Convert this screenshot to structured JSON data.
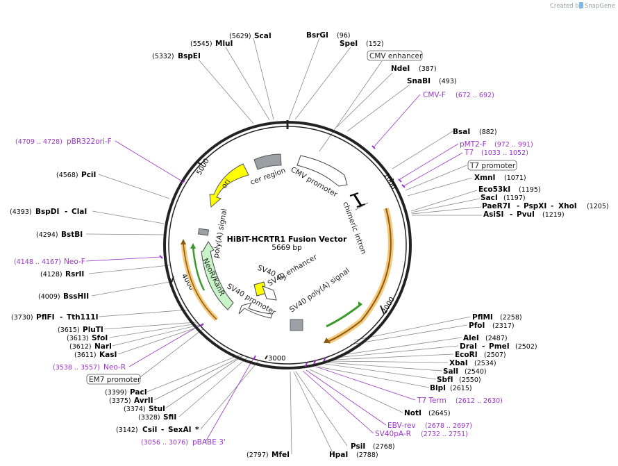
{
  "credit": {
    "text": "Created by",
    "brand": "SnapGene"
  },
  "plasmid": {
    "name": "HiBiT-HCRTR1 Fusion Vector",
    "length": "5669 bp"
  },
  "ticks": [
    "1000",
    "2000",
    "3000",
    "4000",
    "5000"
  ],
  "features": {
    "cmv_promoter": "CMV promoter",
    "chimeric_intron": "chimeric intron",
    "sv40_polya": "SV40 poly(A) signal",
    "sv40_ori": "SV40 ori",
    "sv40_enhancer": "SV40 enhancer",
    "sv40_promoter": "SV40 promoter",
    "neo_kanr": "NeoR/KanR",
    "polya_signal": "poly(A) signal",
    "ori": "ori",
    "cer_region": "cer region"
  },
  "boxed": {
    "cmv_enhancer": "CMV enhancer",
    "t7_promoter": "T7 promoter",
    "em7_promoter": "EM7 promoter"
  },
  "sites": {
    "scai": {
      "name": "ScaI",
      "pos": "(5629)"
    },
    "mlui": {
      "name": "MluI",
      "pos": "(5545)"
    },
    "bspei": {
      "name": "BspEI",
      "pos": "(5332)"
    },
    "bsrgi": {
      "name": "BsrGI",
      "pos": "(96)"
    },
    "spei": {
      "name": "SpeI",
      "pos": "(152)"
    },
    "ndei": {
      "name": "NdeI",
      "pos": "(387)"
    },
    "snabi": {
      "name": "SnaBI",
      "pos": "(493)"
    },
    "bsai": {
      "name": "BsaI",
      "pos": "(882)"
    },
    "xmni": {
      "name": "XmnI",
      "pos": "(1071)"
    },
    "eco53ki": {
      "name": "Eco53kI",
      "pos": "(1195)"
    },
    "saci": {
      "name": "SacI",
      "pos": "(1197)"
    },
    "paer7i": {
      "name": "PaeR7I",
      "sep": "-",
      "name2": "PspXI",
      "sep2": "-",
      "name3": "XhoI",
      "pos": "(1205)"
    },
    "asisi": {
      "name": "AsiSI",
      "sep": "-",
      "name2": "PvuI",
      "pos": "(1219)"
    },
    "pflmi": {
      "name": "PflMI",
      "pos": "(2258)"
    },
    "pfoi": {
      "name": "PfoI",
      "pos": "(2317)"
    },
    "alei": {
      "name": "AleI",
      "pos": "(2487)"
    },
    "drai": {
      "name": "DraI",
      "sep": "-",
      "name2": "PmeI",
      "pos": "(2502)"
    },
    "ecori": {
      "name": "EcoRI",
      "pos": "(2507)"
    },
    "xbai": {
      "name": "XbaI",
      "pos": "(2534)"
    },
    "sali": {
      "name": "SalI",
      "pos": "(2540)"
    },
    "sbfi": {
      "name": "SbfI",
      "pos": "(2550)"
    },
    "blpi": {
      "name": "BlpI",
      "pos": "(2615)"
    },
    "noti": {
      "name": "NotI",
      "pos": "(2645)"
    },
    "psii": {
      "name": "PsiI",
      "pos": "(2768)"
    },
    "hpai": {
      "name": "HpaI",
      "pos": "(2788)"
    },
    "mfei": {
      "name": "MfeI",
      "pos": "(2797)"
    },
    "csii": {
      "name": "CsiI",
      "sep": "-",
      "name2": "SexAI",
      "star": "*",
      "pos": "(3142)"
    },
    "sfii": {
      "name": "SfiI",
      "pos": "(3328)"
    },
    "stui": {
      "name": "StuI",
      "pos": "(3374)"
    },
    "avrii": {
      "name": "AvrII",
      "pos": "(3375)"
    },
    "paci": {
      "name": "PacI",
      "pos": "(3399)"
    },
    "kasi": {
      "name": "KasI",
      "pos": "(3611)"
    },
    "nari": {
      "name": "NarI",
      "pos": "(3612)"
    },
    "sfoi": {
      "name": "SfoI",
      "pos": "(3613)"
    },
    "plutI": {
      "name": "PluTI",
      "pos": "(3615)"
    },
    "pflfi": {
      "name": "PflFI",
      "sep": "-",
      "name2": "Tth111I",
      "pos": "(3730)"
    },
    "bsshii": {
      "name": "BssHII",
      "pos": "(4009)"
    },
    "rsrii": {
      "name": "RsrII",
      "pos": "(4128)"
    },
    "bstbi": {
      "name": "BstBI",
      "pos": "(4294)"
    },
    "bspdi": {
      "name": "BspDI",
      "sep": "-",
      "name2": "ClaI",
      "pos": "(4393)"
    },
    "pcii": {
      "name": "PciI",
      "pos": "(4568)"
    }
  },
  "primers": {
    "cmv_f": {
      "name": "CMV-F",
      "range": "(672 .. 692)"
    },
    "pmt2_f": {
      "name": "pMT2-F",
      "range": "(972 .. 991)"
    },
    "t7": {
      "name": "T7",
      "range": "(1033 .. 1052)"
    },
    "t7_term": {
      "name": "T7 Term",
      "range": "(2612 .. 2630)"
    },
    "ebv_rev": {
      "name": "EBV-rev",
      "range": "(2678 .. 2697)"
    },
    "sv40pa_r": {
      "name": "SV40pA-R",
      "range": "(2732 .. 2751)"
    },
    "pbabe3": {
      "name": "pBABE 3'",
      "range": "(3056 .. 3076)"
    },
    "neo_r": {
      "name": "Neo-R",
      "range": "(3538 .. 3557)"
    },
    "neo_f": {
      "name": "Neo-F",
      "range": "(4148 .. 4167)"
    },
    "pbr322_f": {
      "name": "pBR322ori-F",
      "range": "(4709 .. 4728)"
    }
  },
  "colors": {
    "backbone": "#222222",
    "primer": "#9a34c8",
    "ori": "#ffff00",
    "cds": "#c8f5c8",
    "insert": "#f5a623",
    "grey": "#9aa0a6"
  }
}
